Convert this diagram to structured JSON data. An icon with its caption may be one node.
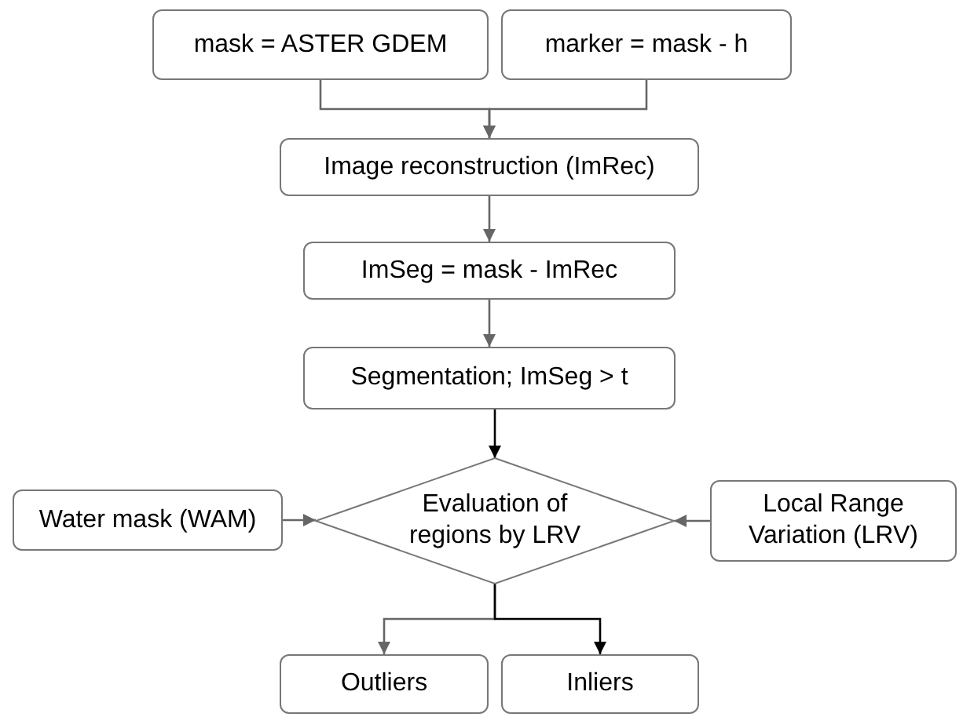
{
  "diagram": {
    "nodes": [
      {
        "text": [
          "mask = ASTER GDEM"
        ]
      },
      {
        "text": [
          "marker = mask - h"
        ]
      },
      {
        "text": [
          "Image reconstruction (ImRec)"
        ]
      },
      {
        "text": [
          "ImSeg = mask - ImRec"
        ]
      },
      {
        "text": [
          "Segmentation; ImSeg > t"
        ]
      },
      {
        "text": [
          "Water mask (WAM)"
        ]
      },
      {
        "text": [
          "Evaluation of regions by LRV"
        ]
      },
      {
        "text": [
          "Local Range Variation (LRV)"
        ]
      },
      {
        "text": [
          "Outliers"
        ]
      },
      {
        "text": [
          "Inliers"
        ]
      }
    ],
    "edges": [
      {
        "from": 0,
        "to": 2,
        "arrow": "to"
      },
      {
        "from": 1,
        "to": 2,
        "arrow": "to"
      },
      {
        "from": 2,
        "to": 3,
        "arrow": "to"
      },
      {
        "from": 3,
        "to": 4,
        "arrow": "to"
      },
      {
        "from": 4,
        "to": 6,
        "arrow": "to",
        "color": "#000000"
      },
      {
        "from": 5,
        "to": 6,
        "arrow": "to"
      },
      {
        "from": 7,
        "to": 6,
        "arrow": "to"
      },
      {
        "from": 6,
        "to": 8,
        "arrow": "to"
      },
      {
        "from": 6,
        "to": 9,
        "arrow": "to",
        "color": "#000000"
      }
    ]
  }
}
